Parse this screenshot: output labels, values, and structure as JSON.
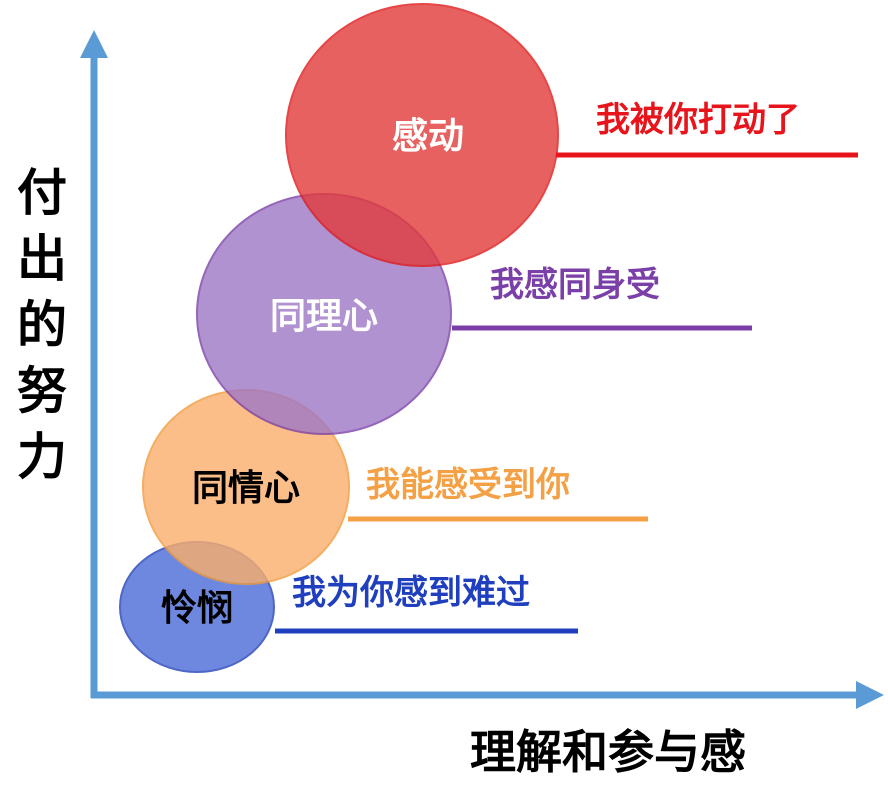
{
  "axes": {
    "y_label": "付出的努力",
    "x_label": "理解和参与感",
    "color": "#5B9BD5"
  },
  "levels": [
    {
      "name": "怜悯",
      "desc": "我为你感到难过",
      "fill": "#4A6AD8",
      "stroke": "#2340B8",
      "text_color": "#000000",
      "desc_color": "#1F3FBF"
    },
    {
      "name": "同情心",
      "desc": "我能感受到你",
      "fill": "#FBAF6C",
      "stroke": "#F19A3A",
      "text_color": "#000000",
      "desc_color": "#F4A045"
    },
    {
      "name": "同理心",
      "desc": "我感同身受",
      "fill": "#9E77C6",
      "stroke": "#7A3FA8",
      "text_color": "#FFFFFF",
      "desc_color": "#7B3FA8"
    },
    {
      "name": "感动",
      "desc": "我被你打动了",
      "fill": "#E23A3A",
      "stroke": "#E01818",
      "text_color": "#FFFFFF",
      "desc_color": "#E8141B"
    }
  ]
}
